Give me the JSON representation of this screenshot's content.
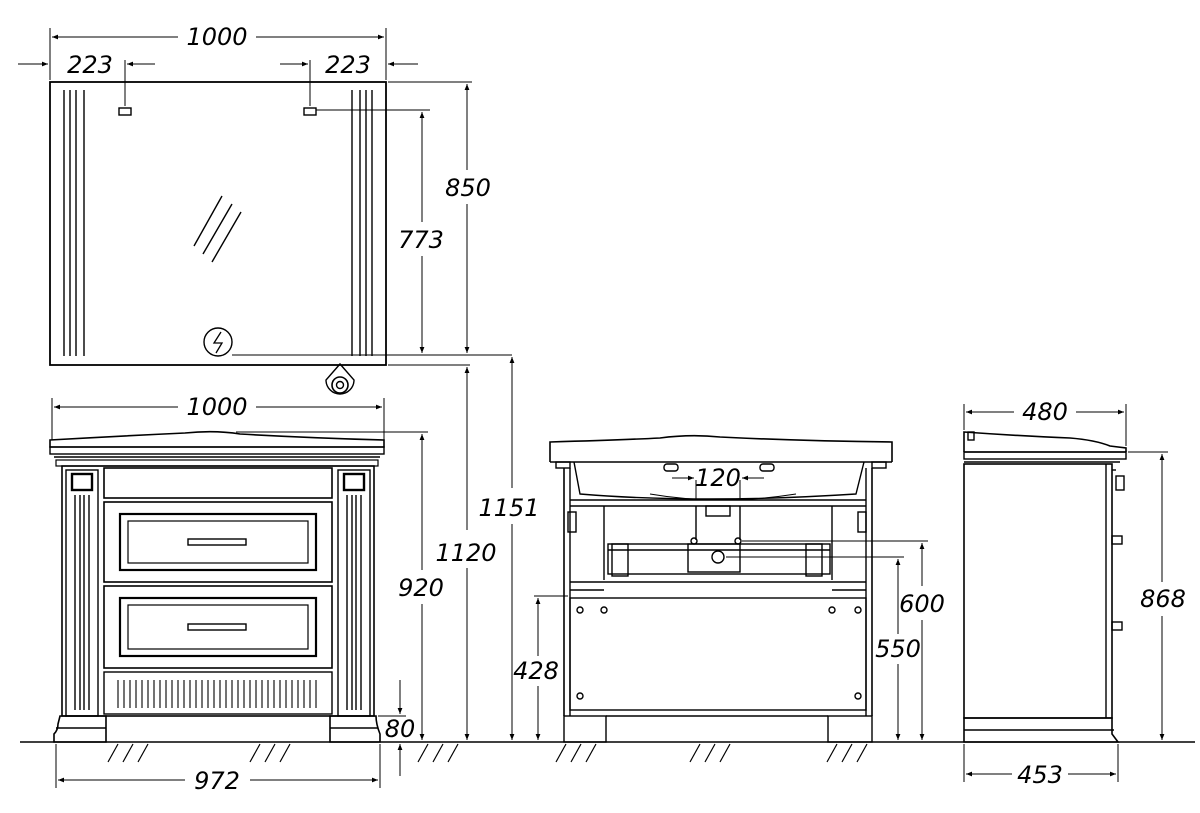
{
  "dimensions": {
    "mirror_width": "1000",
    "mirror_left_offset": "223",
    "mirror_right_offset": "223",
    "mirror_height": "850",
    "mirror_hook_height": "773",
    "cabinet_width": "1000",
    "cabinet_base_width": "972",
    "cabinet_height": "920",
    "plinth_height": "80",
    "total_height_1120": "1120",
    "total_height_1151": "1151",
    "front_drain_spacing": "120",
    "front_height_600": "600",
    "front_height_550": "550",
    "front_height_428": "428",
    "side_top_depth": "480",
    "side_base_depth": "453",
    "side_height": "868"
  },
  "symbols": {
    "outlet": "power-outlet-icon",
    "socket": "electrical-socket-icon"
  },
  "colors": {
    "line": "#000000",
    "background": "#ffffff"
  }
}
